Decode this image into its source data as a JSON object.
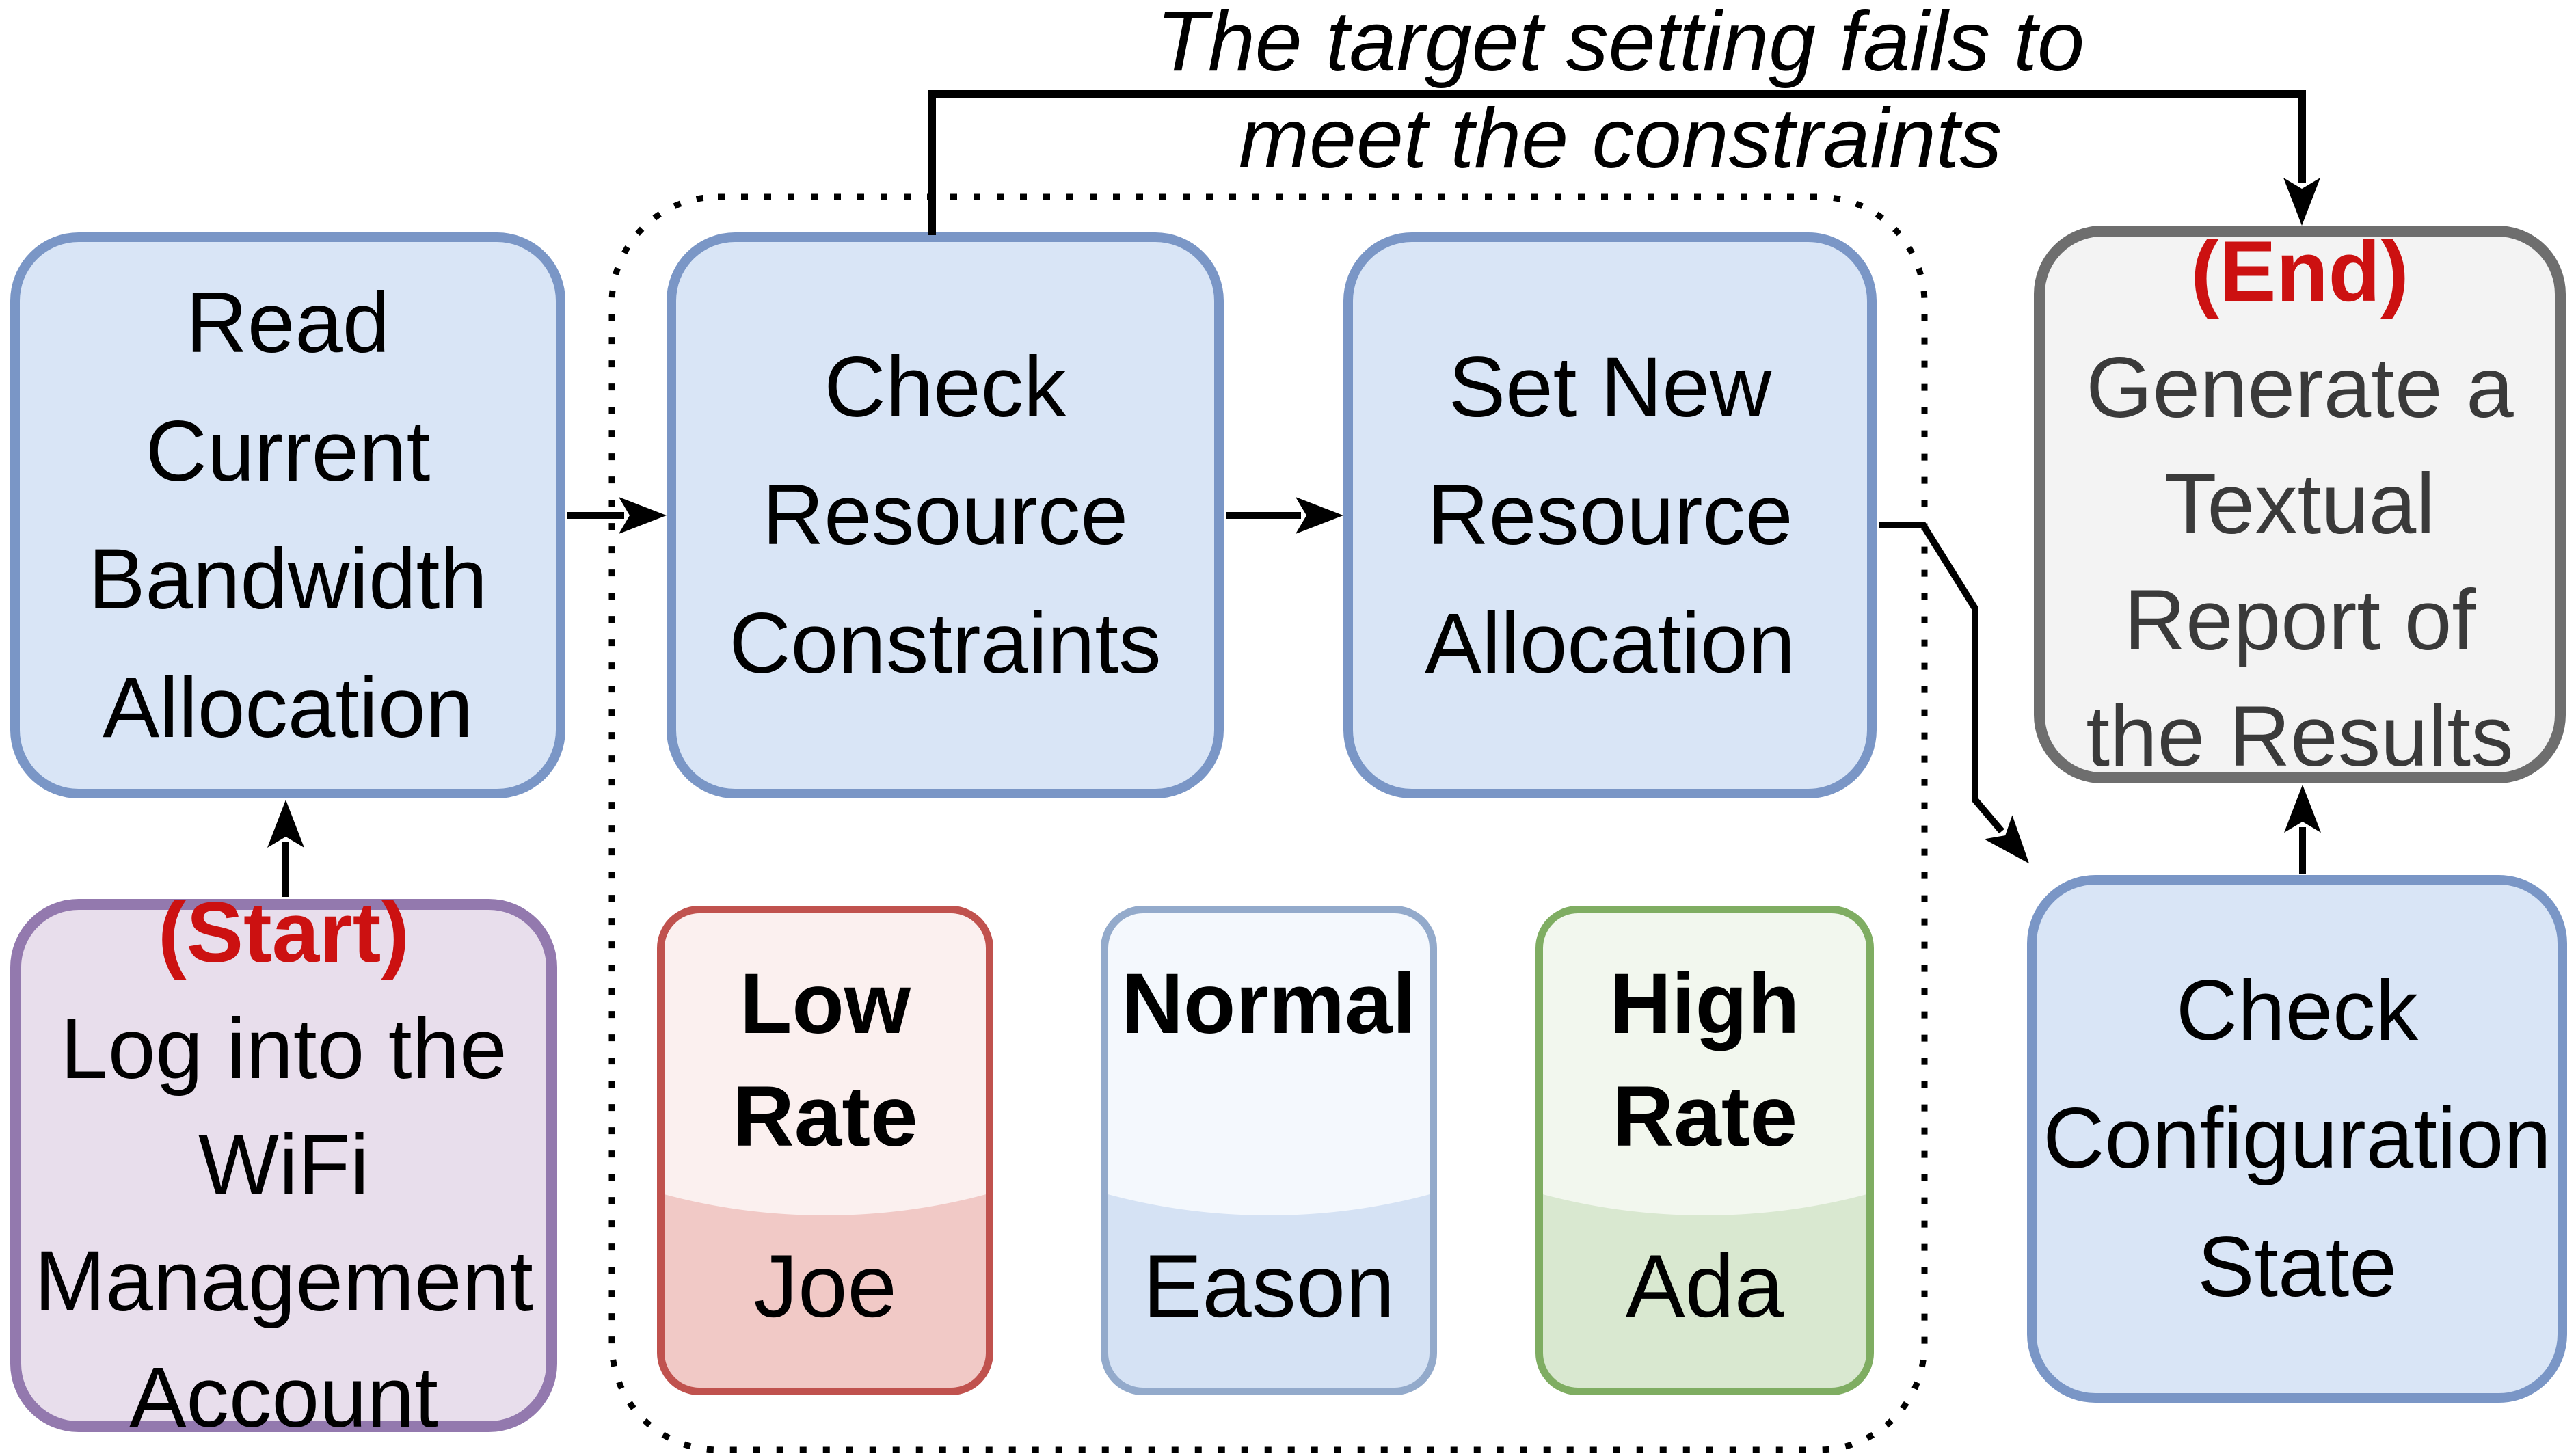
{
  "caption": {
    "line1": "The target setting fails to",
    "line2": "meet the constraints"
  },
  "nodes": {
    "read": {
      "label": "Read\nCurrent\nBandwidth\nAllocation"
    },
    "start": {
      "tag": "(Start)",
      "label": "Log into the\nWiFi\nManagement\nAccount"
    },
    "check_constraints": {
      "label": "Check\nResource\nConstraints"
    },
    "set_allocation": {
      "label": "Set New\nResource\nAllocation"
    },
    "end_node": {
      "tag": "(End)",
      "label": "Generate a\nTextual\nReport of\nthe Results"
    },
    "check_config": {
      "label": "Check\nConfiguration\nState"
    }
  },
  "users": [
    {
      "rate": "Low\nRate",
      "name": "Joe"
    },
    {
      "rate": "Normal",
      "name": "Eason"
    },
    {
      "rate": "High\nRate",
      "name": "Ada"
    }
  ],
  "colors": {
    "process_fill": "#D9E5F6",
    "process_border": "#7A96C6",
    "start_fill": "#E8DEEC",
    "start_border": "#9379AE",
    "end_fill": "#F3F3F3",
    "end_border": "#6E6E6E",
    "end_text": "#3A3A3A",
    "tag_red": "#CC1111",
    "low_rate_top": "#FBF0EF",
    "low_rate_bottom": "#F1C9C6",
    "low_rate_border": "#C0524E",
    "normal_top": "#F4F8FD",
    "normal_bottom": "#D5E2F4",
    "normal_border": "#93AACB",
    "high_rate_top": "#F2F7EE",
    "high_rate_bottom": "#D9E8D0",
    "high_rate_border": "#7FAD62",
    "arrow": "#000000"
  }
}
